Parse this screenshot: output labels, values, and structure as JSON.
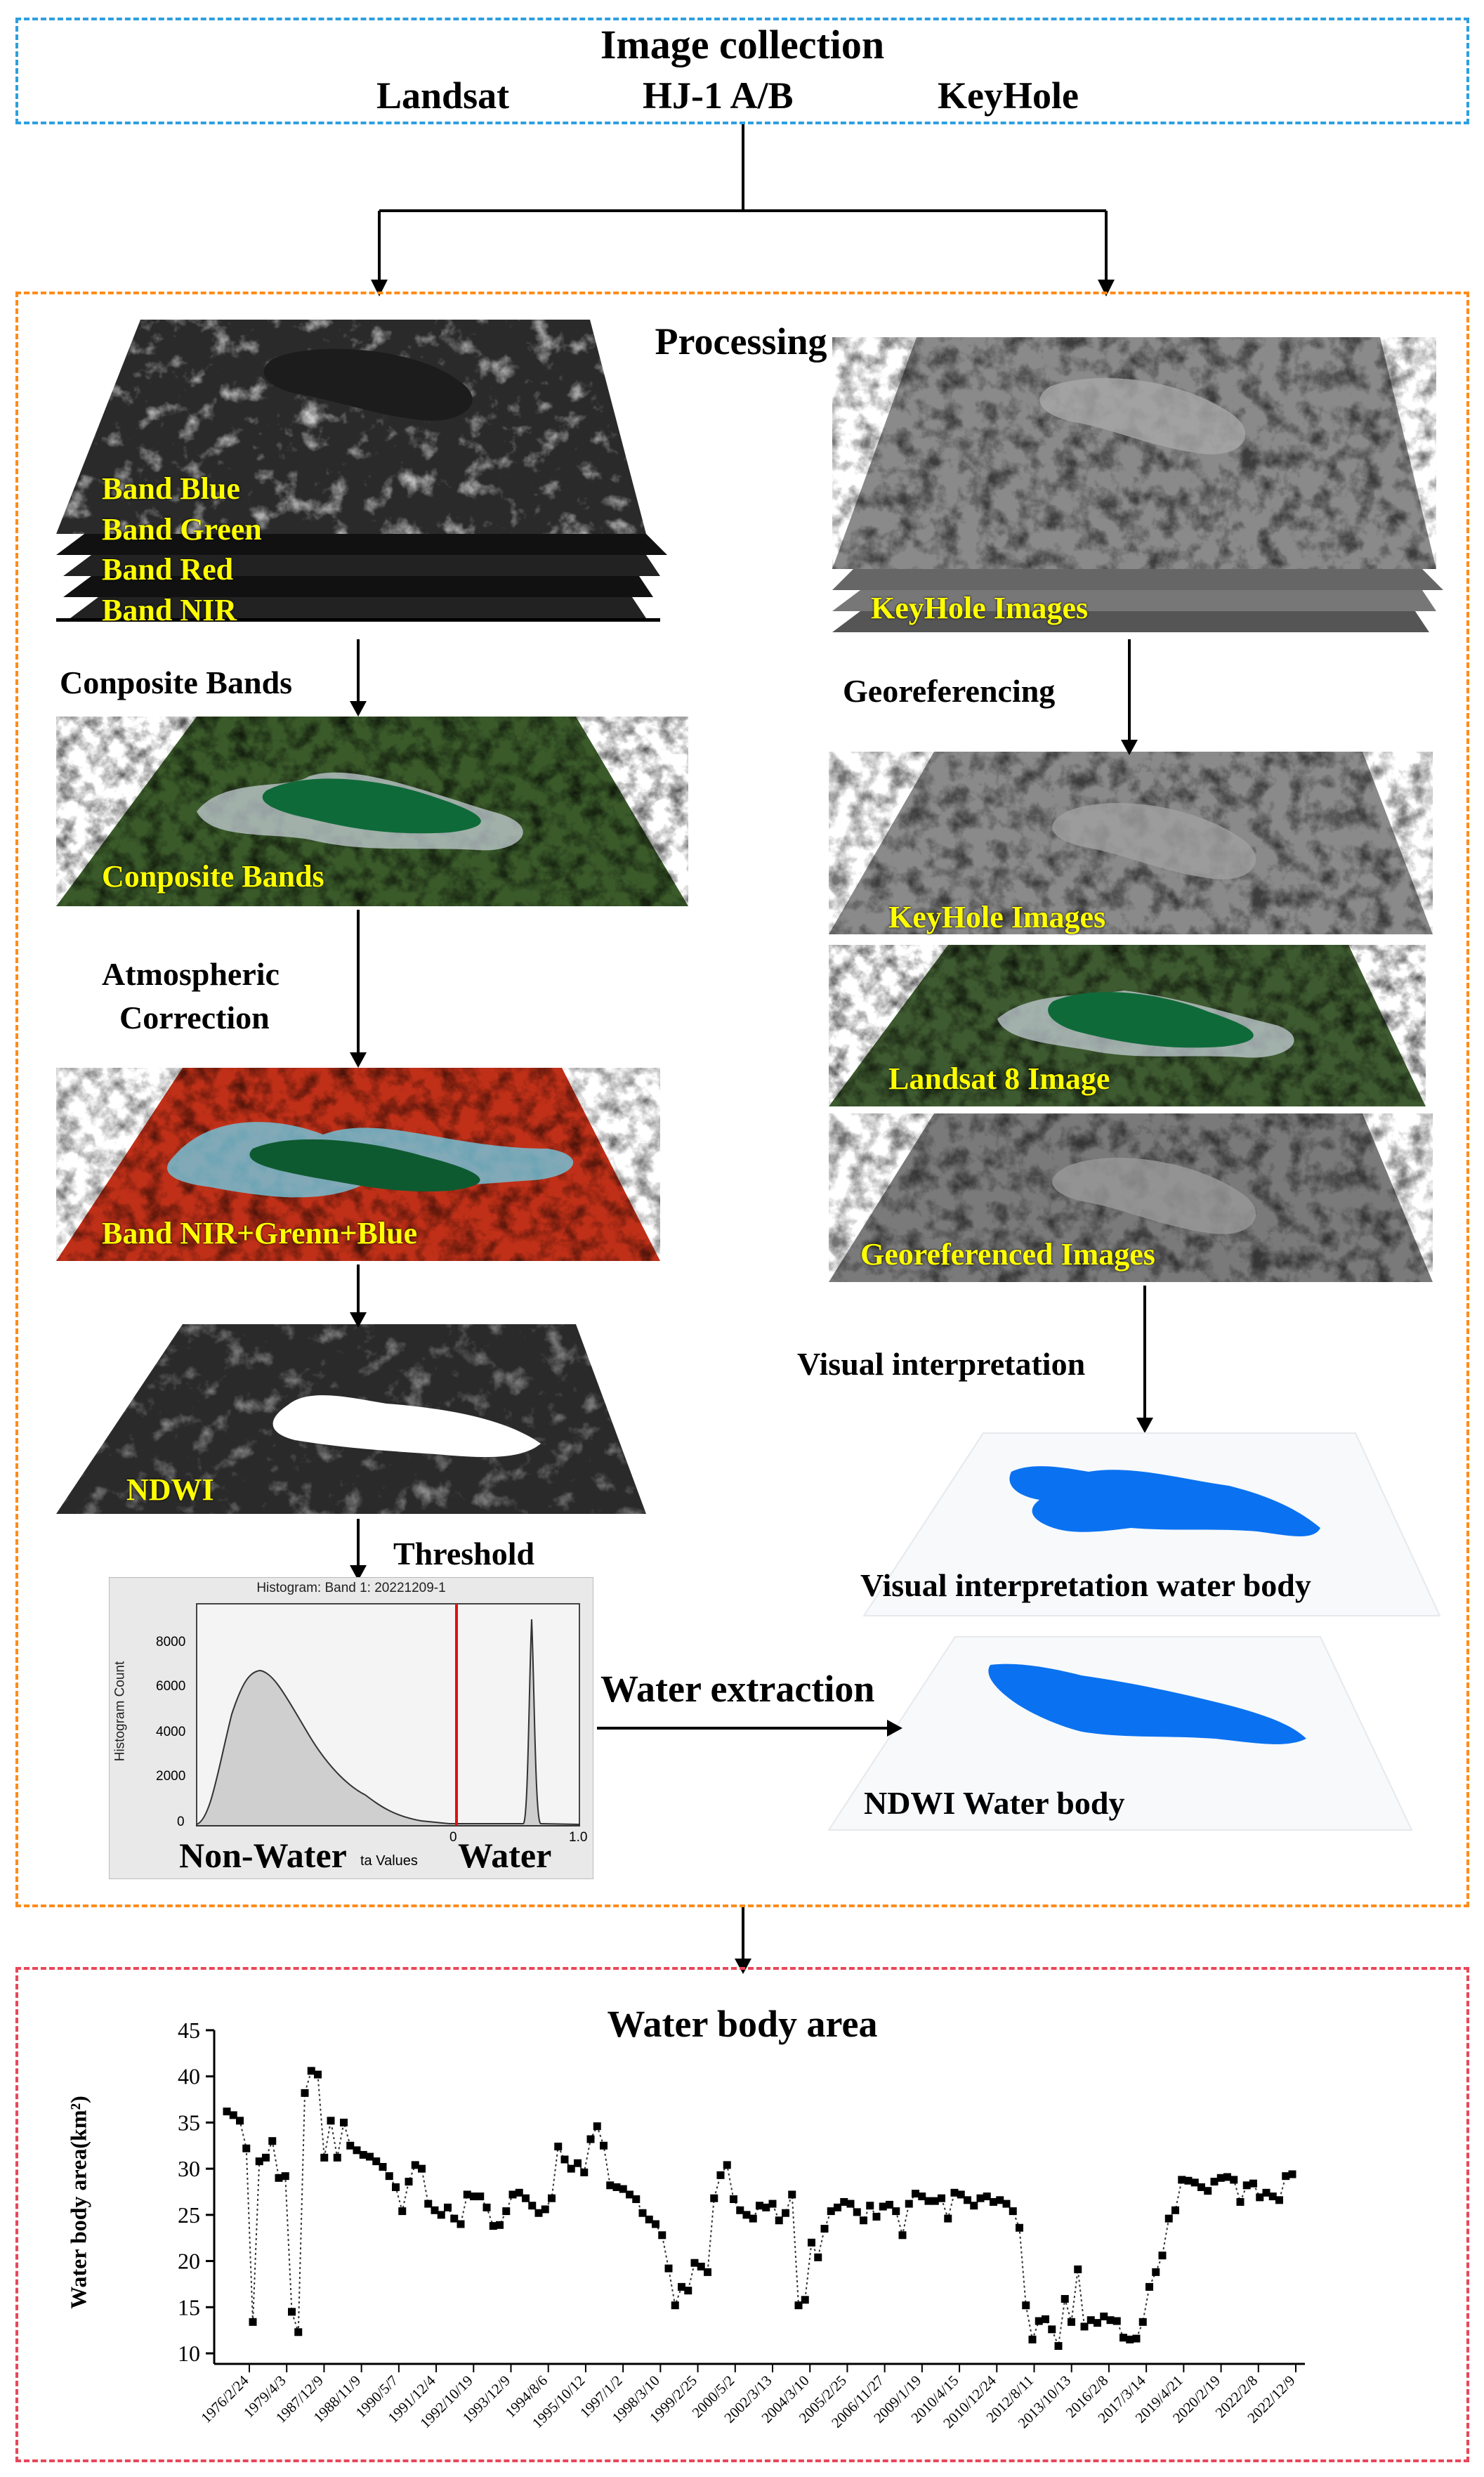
{
  "collection": {
    "title": "Image collection",
    "sources": [
      "Landsat",
      "HJ-1 A/B",
      "KeyHole"
    ]
  },
  "processing": {
    "title": "Processing",
    "landsat_bands": [
      "Band Blue",
      "Band Green",
      "Band Red",
      "Band NIR"
    ],
    "composite_step": "Conposite Bands",
    "composite_label": "Conposite Bands",
    "atmos_step_line1": "Atmospheric",
    "atmos_step_line2": "Correction",
    "nir_label": "Band NIR+Grenn+Blue",
    "ndwi_label": "NDWI",
    "threshold_step": "Threshold",
    "keyhole_label": "KeyHole Images",
    "georef_step": "Georeferencing",
    "keyhole_label2": "KeyHole Images",
    "landsat8_label": "Landsat 8 Image",
    "georef_label": "Georeferenced Images",
    "visual_step": "Visual interpretation",
    "visual_label": "Visual interpretation water body",
    "water_extraction": "Water extraction",
    "ndwi_water_label": "NDWI Water body"
  },
  "histogram": {
    "title": "Histogram: Band 1: 20221209-1",
    "ylabel": "Histogram Count",
    "xlabel_fragment": "ta Values",
    "yticks": [
      "8000",
      "6000",
      "4000",
      "2000",
      "0"
    ],
    "xticks": [
      "0",
      "1.0"
    ],
    "nonwater": "Non-Water",
    "water": "Water"
  },
  "chart_data": {
    "type": "line",
    "title": "Water body area",
    "ylabel": "Water body area(km²)",
    "ylim": [
      10,
      45
    ],
    "yticks": [
      10,
      15,
      20,
      25,
      30,
      35,
      40,
      45
    ],
    "xtick_labels": [
      "1976/2/24",
      "1979/4/3",
      "1987/12/9",
      "1988/11/9",
      "1990/5/7",
      "1991/12/4",
      "1992/10/19",
      "1993/12/9",
      "1994/8/6",
      "1995/10/12",
      "1997/1/2",
      "1998/3/10",
      "1999/2/25",
      "2000/5/2",
      "2002/3/13",
      "2004/3/10",
      "2005/2/25",
      "2006/11/27",
      "2009/1/19",
      "2010/4/15",
      "2010/12/24",
      "2012/8/11",
      "2013/10/13",
      "2016/2/8",
      "2017/3/14",
      "2019/4/21",
      "2020/2/19",
      "2022/2/8",
      "2022/12/9"
    ],
    "values": [
      36.2,
      35.8,
      35.2,
      32.2,
      13.4,
      30.8,
      31.2,
      33.0,
      29.0,
      29.2,
      14.5,
      12.3,
      38.2,
      40.6,
      40.2,
      31.2,
      35.2,
      31.2,
      35.0,
      32.5,
      32.0,
      31.5,
      31.3,
      30.8,
      30.2,
      29.2,
      28.0,
      25.4,
      28.6,
      30.4,
      30.0,
      26.2,
      25.5,
      25.0,
      25.8,
      24.6,
      24.0,
      27.2,
      27.0,
      27.0,
      25.8,
      23.8,
      23.9,
      25.4,
      27.2,
      27.4,
      26.8,
      26.0,
      25.2,
      25.6,
      26.8,
      32.4,
      31.0,
      30.0,
      30.6,
      29.6,
      33.2,
      34.6,
      32.5,
      28.2,
      28.0,
      27.8,
      27.2,
      26.7,
      25.2,
      24.5,
      24.0,
      22.8,
      19.2,
      15.2,
      17.2,
      16.8,
      19.8,
      19.4,
      18.8,
      26.8,
      29.3,
      30.4,
      26.7,
      25.5,
      25.0,
      24.6,
      26.0,
      25.8,
      26.2,
      24.4,
      25.2,
      27.2,
      15.2,
      15.8,
      22.0,
      20.4,
      23.5,
      25.4,
      25.8,
      26.4,
      26.2,
      25.3,
      24.4,
      26.0,
      24.8,
      25.9,
      26.1,
      25.4,
      22.8,
      26.2,
      27.3,
      27.0,
      26.5,
      26.5,
      26.8,
      24.6,
      27.4,
      27.2,
      26.6,
      26.0,
      26.8,
      27.0,
      26.4,
      26.6,
      26.2,
      25.4,
      23.6,
      15.2,
      11.5,
      13.5,
      13.7,
      12.6,
      10.8,
      15.9,
      13.4,
      19.1,
      12.9,
      13.6,
      13.3,
      14.0,
      13.6,
      13.5,
      11.7,
      11.5,
      11.6,
      13.4,
      17.2,
      18.8,
      20.6,
      24.6,
      25.5,
      28.8,
      28.7,
      28.5,
      28.0,
      27.6,
      28.6,
      29.0,
      29.1,
      28.8,
      26.4,
      28.2,
      28.4,
      26.9,
      27.4,
      27.0,
      26.6,
      29.2,
      29.4
    ]
  },
  "colors": {
    "blue_dash": "#2e9fe0",
    "orange_dash": "#ff8c1a",
    "red_dash": "#e8475a",
    "label_yellow": "#ffff00",
    "water_blue": "#0a72f0",
    "threshold_red": "#e01010"
  }
}
